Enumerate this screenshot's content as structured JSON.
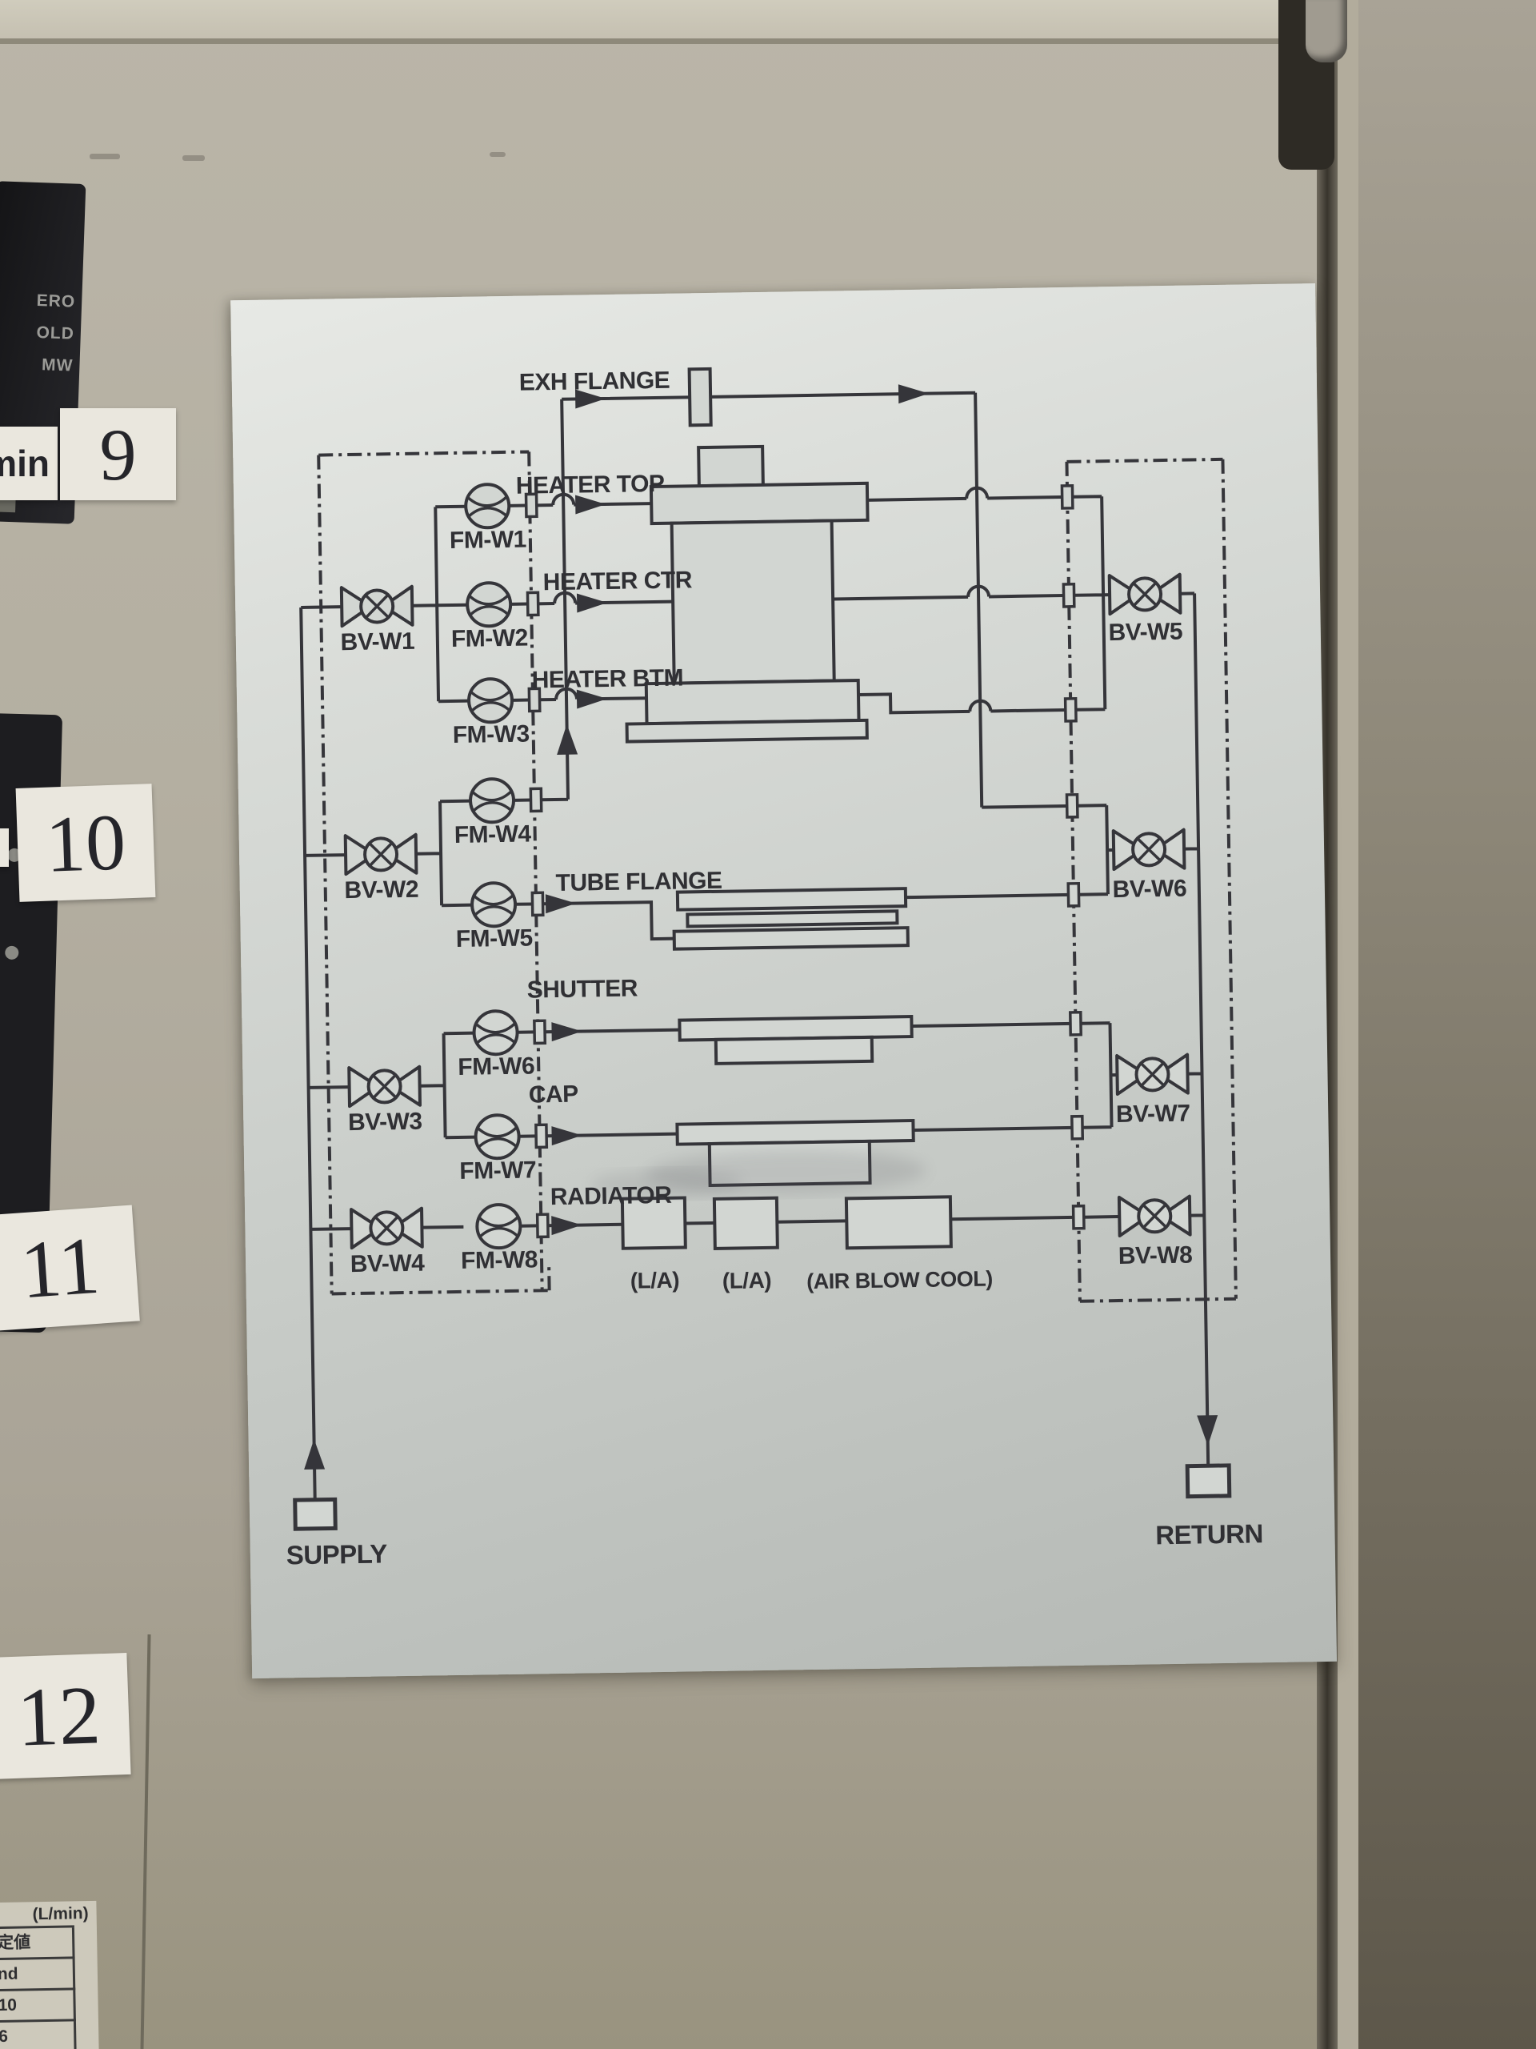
{
  "side_panel": {
    "unit_fragment": "min",
    "numbers": {
      "n9": "9",
      "n10": "10",
      "n11": "11",
      "n12": "12"
    },
    "device_text_lines": {
      "l1": "ERO",
      "l2": "OLD",
      "l3": "MW"
    }
  },
  "flow_table": {
    "header": "(L/min)",
    "rows": {
      "r1": "定値",
      "r2": "nd",
      "r3": "10",
      "r4": "6"
    }
  },
  "diagram": {
    "supply_label": "SUPPLY",
    "return_label": "RETURN",
    "line_labels": {
      "exh_flange": "EXH FLANGE",
      "heater_top": "HEATER TOP",
      "heater_ctr": "HEATER CTR",
      "heater_btm": "HEATER BTM",
      "tube_flange": "TUBE FLANGE",
      "shutter": "SHUTTER",
      "cap": "CAP",
      "radiator": "RADIATOR"
    },
    "flow_meters": [
      "FM-W1",
      "FM-W2",
      "FM-W3",
      "FM-W4",
      "FM-W5",
      "FM-W6",
      "FM-W7",
      "FM-W8"
    ],
    "ball_valves": [
      "BV-W1",
      "BV-W2",
      "BV-W3",
      "BV-W4",
      "BV-W5",
      "BV-W6",
      "BV-W7",
      "BV-W8"
    ],
    "radiator_chain": [
      "(L/A)",
      "(L/A)",
      "(AIR BLOW COOL)"
    ],
    "colors": {
      "ink": "#35353a",
      "placard": "#ccd0cd"
    }
  }
}
